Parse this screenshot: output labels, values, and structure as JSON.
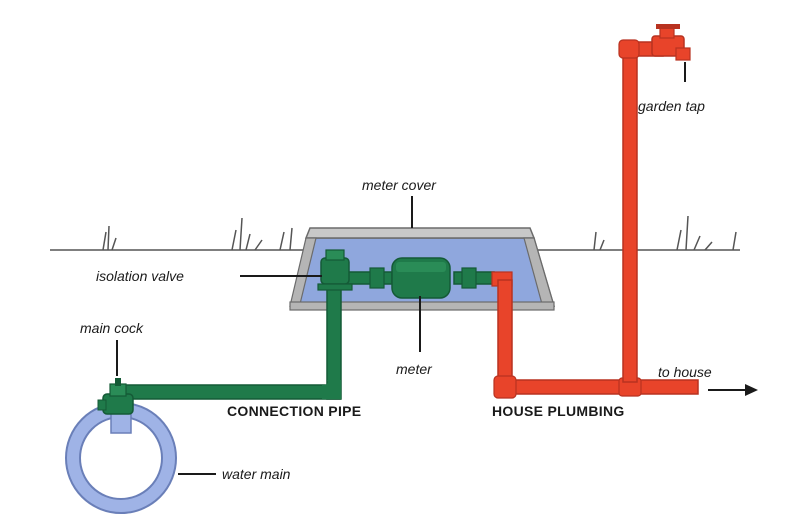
{
  "labels": {
    "meter_cover": "meter cover",
    "isolation_valve": "isolation valve",
    "main_cock": "main cock",
    "meter": "meter",
    "connection_pipe": "CONNECTION PIPE",
    "house_plumbing": "HOUSE PLUMBING",
    "to_house": "to house",
    "garden_tap": "garden tap",
    "water_main": "water main"
  },
  "colors": {
    "green_pipe": "#1f7a4a",
    "green_dark": "#145a36",
    "red_pipe": "#e8442a",
    "red_dark": "#b83220",
    "water": "#8fa7dd",
    "cover": "#a9a9a9",
    "main_ring": "#9fb3e6"
  }
}
